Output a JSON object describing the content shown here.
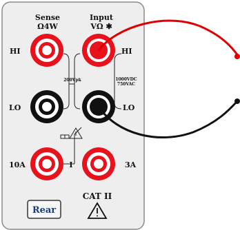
{
  "labels": {
    "sense_line1": "Sense",
    "sense_line2": "Ω4W",
    "input_line1": "Input",
    "input_line2": "VΩ ✱",
    "hi_left": "HI",
    "hi_right": "HI",
    "lo_left": "LO",
    "lo_right": "LO",
    "peak_voltage": "200Vpk",
    "rating_line1": "1000VDC",
    "rating_line2": "750VAC",
    "current_10a": "10A",
    "current_3a": "3A",
    "current_symbol": "I",
    "category": "CAT II",
    "rear_button": "Rear"
  },
  "colors": {
    "red_terminal": "#e8121c",
    "black_terminal": "#111111",
    "panel": "#eeeeee",
    "red_lead": "#e00000",
    "black_lead": "#111111"
  },
  "icons": {
    "warning": "warning-triangle-icon",
    "fuse": "fuse-icon"
  }
}
